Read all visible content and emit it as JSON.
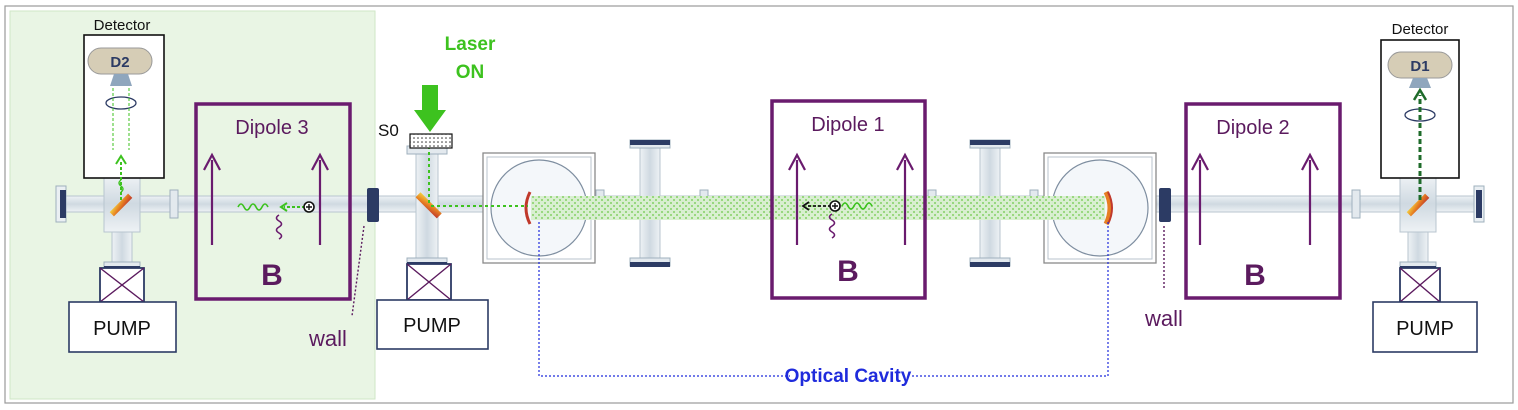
{
  "labels": {
    "detector_left": "Detector",
    "detector_right": "Detector",
    "d2": "D2",
    "d1": "D1",
    "laser_line1": "Laser",
    "laser_line2": "ON",
    "s0": "S0",
    "dipole3": "Dipole 3",
    "dipole1": "Dipole 1",
    "dipole2": "Dipole 2",
    "b_left": "B",
    "b_center": "B",
    "b_right": "B",
    "pump_left": "PUMP",
    "pump_center": "PUMP",
    "pump_right": "PUMP",
    "wall_left": "wall",
    "wall_right": "wall",
    "optical_cavity": "Optical Cavity"
  },
  "colors": {
    "dipole_frame": "#6a1b6e",
    "laser": "#3dc21f",
    "cavity_label": "#1f2bdc",
    "shaded_region": "#e9f5e4",
    "pipe": "#c5d2dc",
    "pump_frame": "#2c3b64"
  }
}
